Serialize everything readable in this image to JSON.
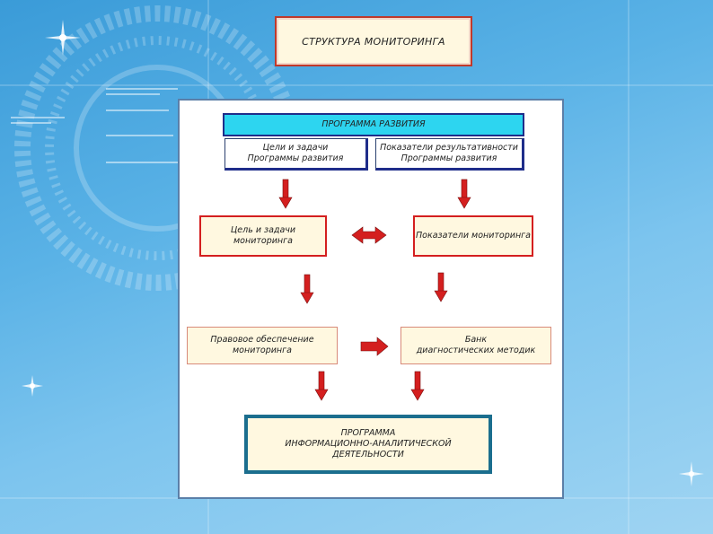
{
  "title": "СТРУКТУРА МОНИТОРИНГА",
  "boxes": {
    "program": "ПРОГРАММА РАЗВИТИЯ",
    "goals": "Цели и задачи\nПрограммы развития",
    "indicators": "Показатели результативности\nПрограммы развития",
    "monitoring_goal": "Цель и задачи мониторинга",
    "monitoring_indicators": "Показатели мониторинга",
    "legal": "Правовое обеспечение\nмониторинга",
    "banks": "Банк\nдиагностических методик",
    "info_program": "ПРОГРАММА\nИНФОРМАЦИОННО-АНАЛИТИЧЕСКОЙ\nДЕЯТЕЛЬНОСТИ"
  },
  "colors": {
    "arrow": "#d41f1f",
    "program_fill": "#2dd5f0",
    "box_fill": "#fff8e0"
  }
}
